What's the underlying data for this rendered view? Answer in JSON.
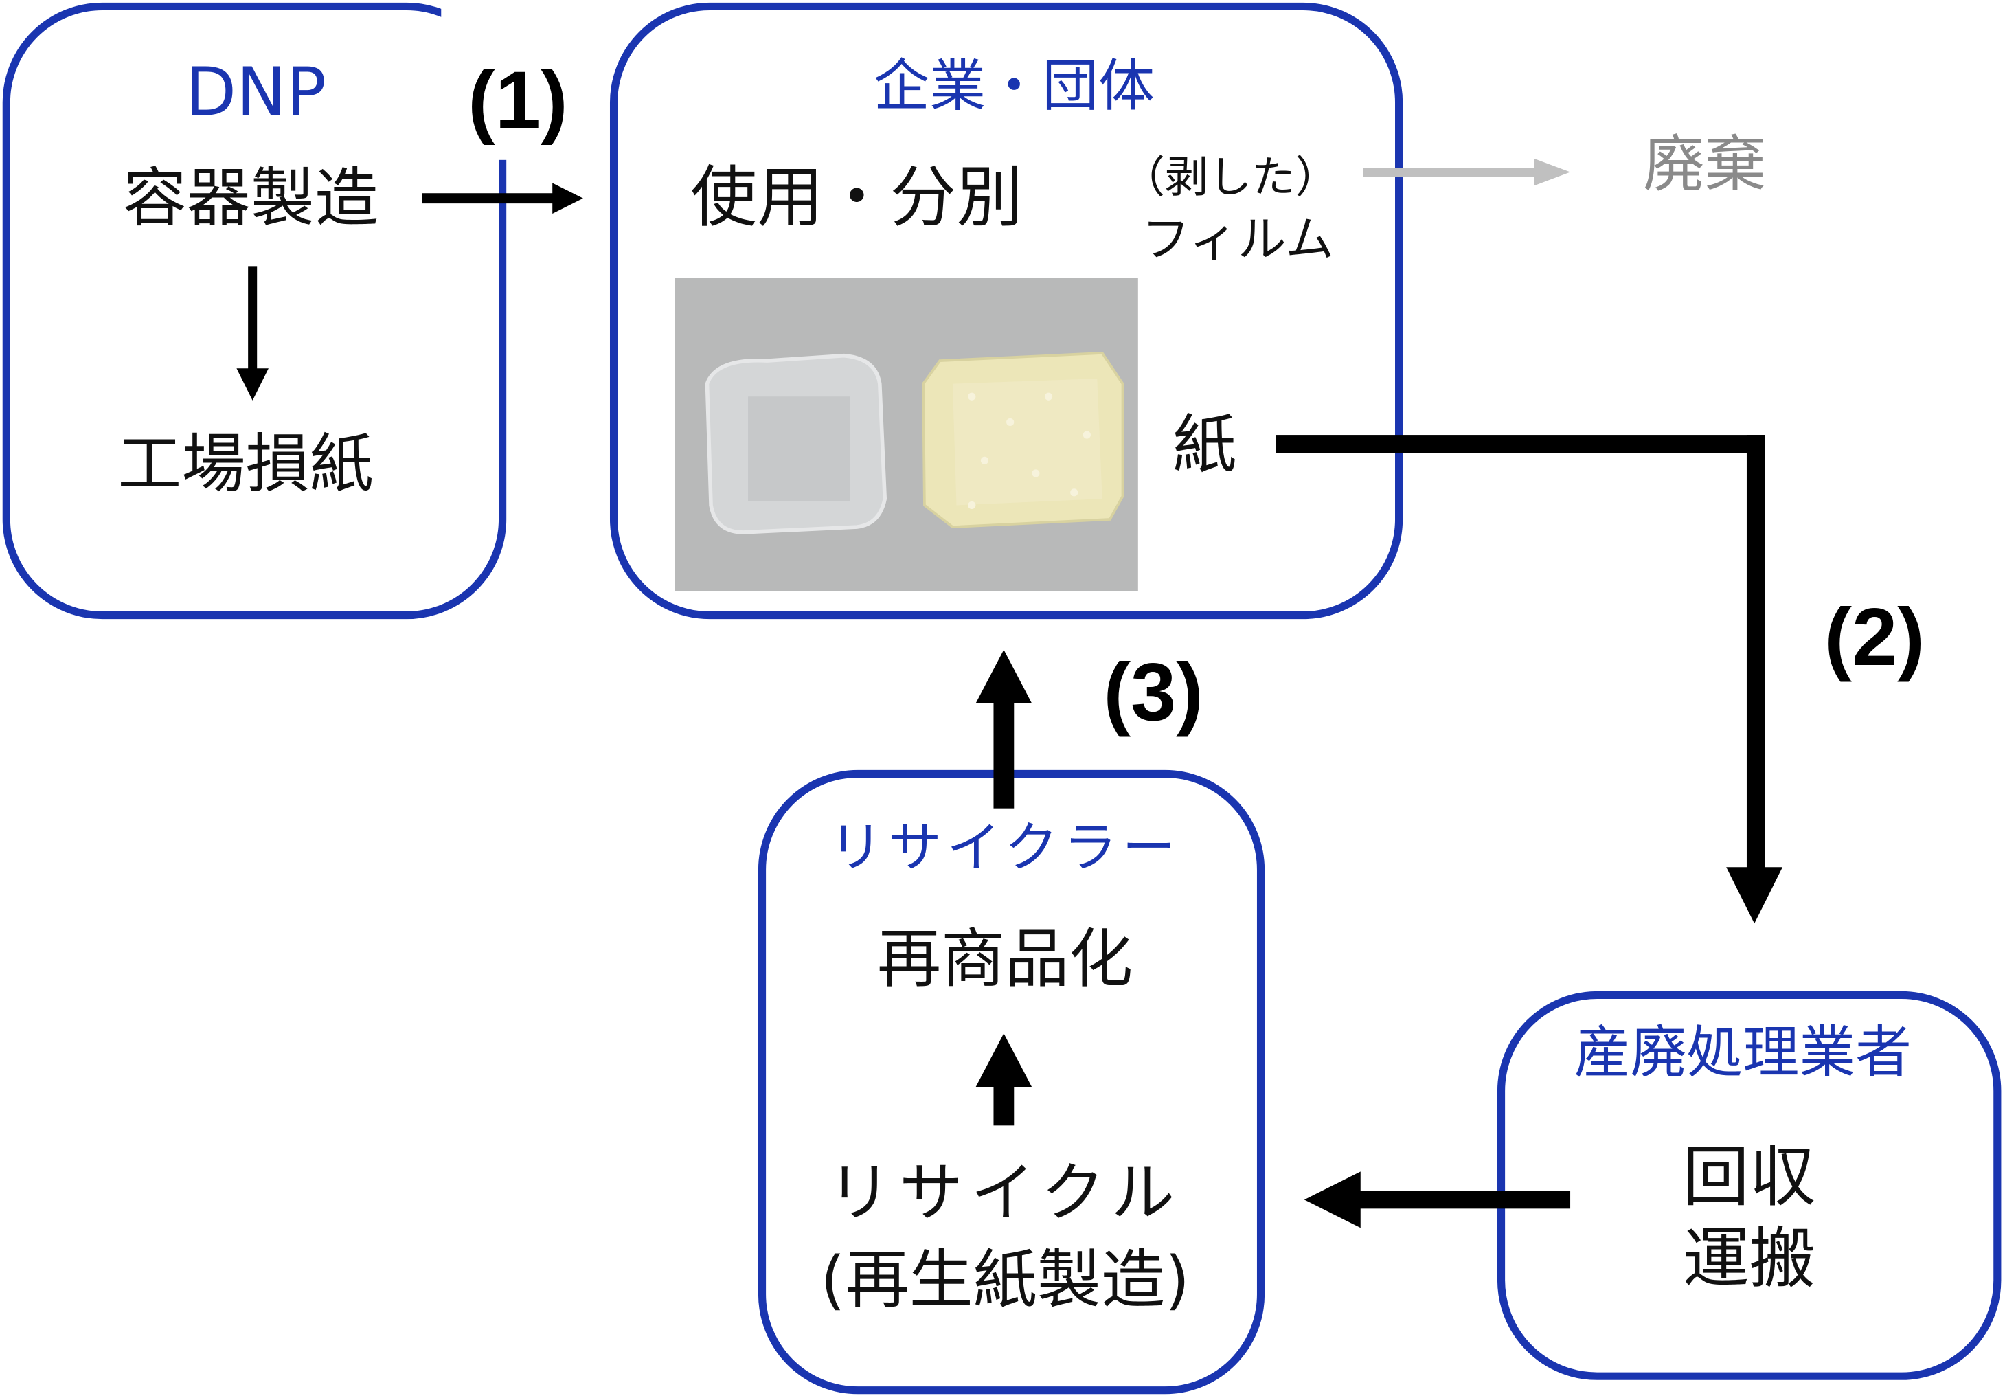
{
  "diagram": {
    "nodes": {
      "dnp": {
        "title": "DNP",
        "step1": "容器製造",
        "step2": "工場損紙"
      },
      "company": {
        "title": "企業・団体",
        "action": "使用・分別",
        "film_line1": "（剥した）",
        "film_line2": "フィルム",
        "paper": "紙",
        "photo_caption": "film-wrapped paper tray and paper tray"
      },
      "waste_processor": {
        "title": "産廃処理業者",
        "line1": "回収",
        "line2": "運搬"
      },
      "recycler": {
        "title": "リサイクラー",
        "step_top": "再商品化",
        "step_bottom_line1": "リサイクル",
        "step_bottom_line2": "(再生紙製造)"
      }
    },
    "disposal_label": "廃棄",
    "flow_labels": {
      "step1": "(1)",
      "step2": "(2)",
      "step3": "(3)"
    },
    "colors": {
      "box_border": "#1a35b0",
      "title_text": "#1a35b0",
      "disposal": "#8a8a8a",
      "disposal_arrow": "#c0c0c0",
      "arrow": "#000000"
    }
  }
}
